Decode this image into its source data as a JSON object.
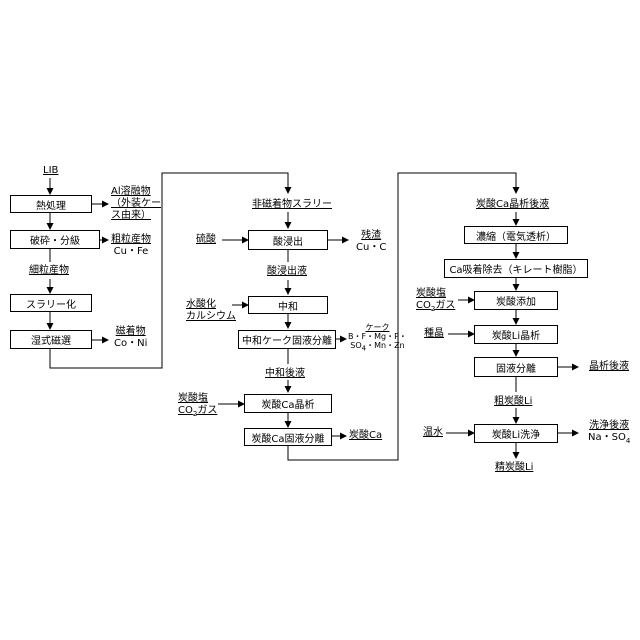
{
  "col1": {
    "start": "LIB",
    "heat": "熱処理",
    "heat_out_1": "Al溶融物",
    "heat_out_2": "（外装ケー",
    "heat_out_3": "ス由来）",
    "crush": "破砕・分級",
    "crush_out_1": "粗粒産物",
    "crush_out_2": "Cu・Fe",
    "fine": "細粒産物",
    "slurry": "スラリー化",
    "mag": "湿式磁選",
    "mag_out_1": "磁着物",
    "mag_out_2": "Co・Ni"
  },
  "col2": {
    "start": "非磁着物スラリー",
    "acid_in": "硫酸",
    "leach": "酸浸出",
    "leach_out_1": "残渣",
    "leach_out_2": "Cu・C",
    "leach_liquor": "酸浸出液",
    "lime_1": "水酸化",
    "lime_2": "カルシウム",
    "neutral": "中和",
    "sep": "中和ケーク固液分離",
    "cake_label": "ケーク",
    "cake_1": "B・F・Mg・P・",
    "cake_2": "SO",
    "cake_2_sub": "4",
    "cake_2_rest": "・Mn・Zn",
    "after": "中和後液",
    "co2_1": "炭酸塩",
    "co2_2": "CO",
    "co2_sub": "2",
    "co2_3": "ガス",
    "ca_cryst": "炭酸Ca晶析",
    "ca_sep": "炭酸Ca固液分離",
    "ca_out": "炭酸Ca"
  },
  "col3": {
    "start": "炭酸Ca晶析後液",
    "conc": "濃縮（電気透析）",
    "ca_remove": "Ca吸着除去（キレート樹脂）",
    "co2_1": "炭酸塩",
    "co2_2": "CO",
    "co2_sub": "2",
    "co2_3": "ガス",
    "carb_add": "炭酸添加",
    "seed": "種晶",
    "li_cryst": "炭酸Li晶析",
    "sl_sep": "固液分離",
    "sl_out": "晶析後液",
    "crude": "粗炭酸Li",
    "water": "温水",
    "wash": "炭酸Li洗浄",
    "wash_out_1": "洗浄後液",
    "wash_out_2": "Na・SO",
    "wash_out_sub": "4",
    "final": "精炭酸Li"
  }
}
